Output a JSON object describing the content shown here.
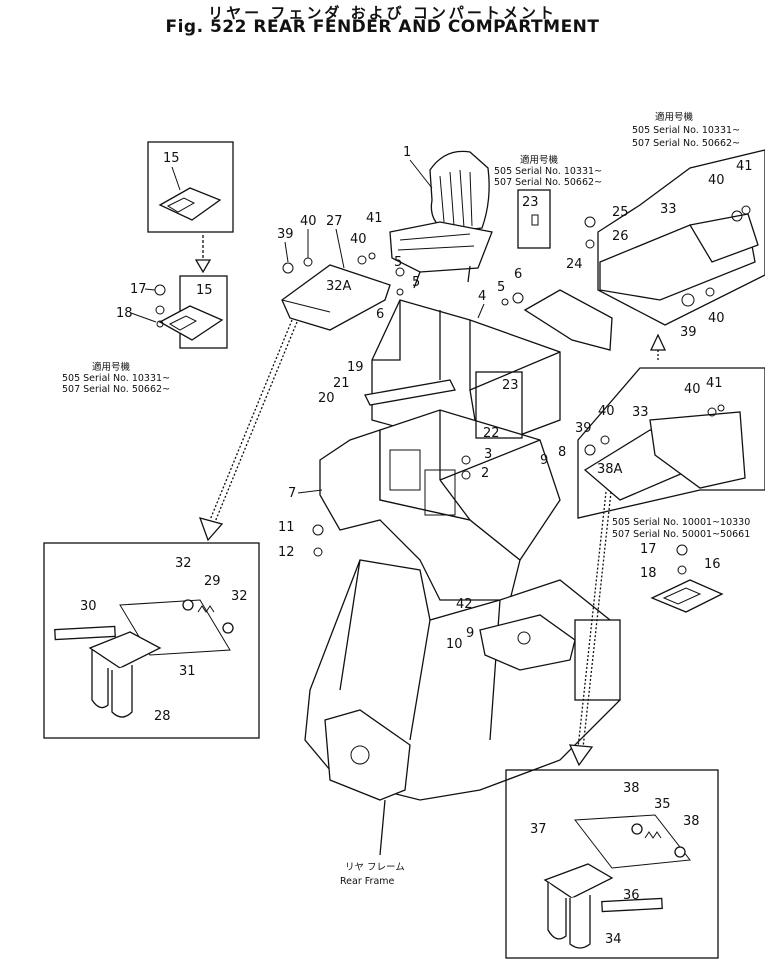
{
  "title_jp": "リヤー フェンダ および コンパートメント",
  "title_en": "Fig. 522 REAR FENDER AND COMPARTMENT",
  "notes": {
    "serial_a_heading": "適用号機",
    "serial_a_line1": "505 Serial No. 10331~",
    "serial_a_line2": "507 Serial No. 50662~",
    "serial_b_heading": "適用号機",
    "serial_b_line1": "505 Serial No. 10331~",
    "serial_b_line2": "507 Serial No. 50662~",
    "serial_c_heading": "適用号機",
    "serial_c_line1": "505 Serial No. 10331~",
    "serial_c_line2": "507 Serial No. 50662~",
    "serial_d_line1": "505 Serial No. 10001~10330",
    "serial_d_line2": "507 Serial No. 50001~50661",
    "rear_frame_jp": "リヤ フレーム",
    "rear_frame_en": "Rear Frame"
  },
  "part_numbers": [
    "1",
    "2",
    "3",
    "4",
    "5",
    "6",
    "7",
    "8",
    "9",
    "10",
    "11",
    "12",
    "15",
    "16",
    "17",
    "18",
    "19",
    "20",
    "21",
    "22",
    "23",
    "24",
    "25",
    "26",
    "27",
    "28",
    "29",
    "30",
    "31",
    "32",
    "32A",
    "33",
    "34",
    "35",
    "36",
    "37",
    "38",
    "38A",
    "39",
    "40",
    "41",
    "42"
  ]
}
